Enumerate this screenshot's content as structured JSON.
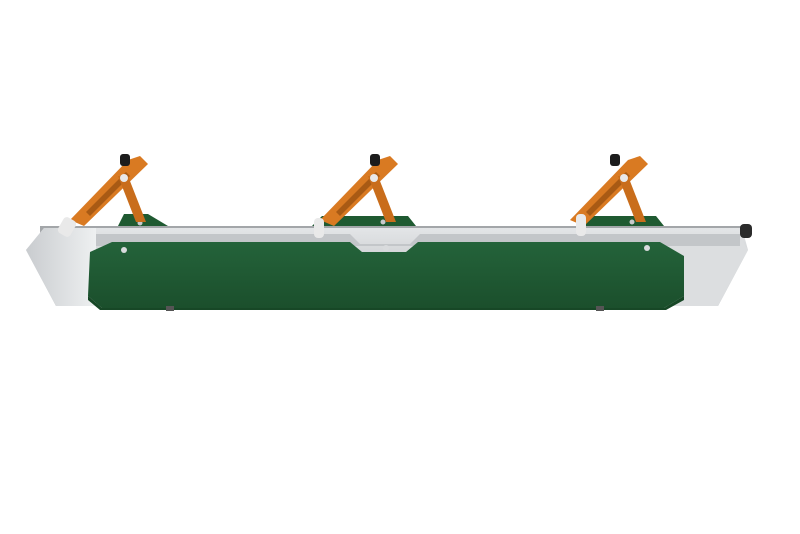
{
  "scene": {
    "subject": "product-render",
    "colors": {
      "background": "#ffffff",
      "steel_light": "#d4d6d8",
      "steel_mid": "#b7babd",
      "steel_dark": "#8d9094",
      "panel_green": "#1f5a31",
      "panel_green_dark": "#174726",
      "bracket_orange": "#d97a22",
      "bracket_orange_dark": "#a85a14",
      "knob_black": "#1c1c1c",
      "rod_white": "#e9e9e9"
    },
    "clamps": [
      {
        "name": "clamp-left"
      },
      {
        "name": "clamp-center"
      },
      {
        "name": "clamp-right"
      }
    ]
  }
}
